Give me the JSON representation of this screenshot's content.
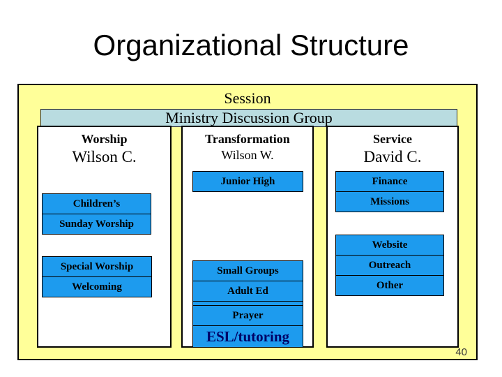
{
  "slide": {
    "title": "Organizational Structure",
    "page_number": "40"
  },
  "org": {
    "session": "Session",
    "ministry_group": "Ministry Discussion Group",
    "columns": [
      {
        "title": "Worship",
        "leader": "Wilson C.",
        "groups": [
          {
            "items": [
              "Children’s",
              "Sunday Worship"
            ]
          },
          {
            "items": [
              "Special Worship",
              "Welcoming"
            ]
          }
        ]
      },
      {
        "title": "Transformation",
        "leader": "Wilson W.",
        "groups": [
          {
            "items": [
              "Junior High"
            ]
          },
          {
            "items": [
              "Small Groups",
              "Adult Ed",
              "Prayer",
              "ESL/tutoring"
            ]
          }
        ]
      },
      {
        "title": "Service",
        "leader": "David C.",
        "groups": [
          {
            "items": [
              "Finance",
              "Missions"
            ]
          },
          {
            "items": [
              "Website",
              "Outreach",
              "Other"
            ]
          }
        ]
      }
    ]
  },
  "colors": {
    "panel_bg": "#FFFF99",
    "bar_bg": "#B9DCE0",
    "box_bg": "#1D9BEE",
    "box_text": "#000000",
    "emphasis_text": "#000066",
    "page_number_text": "#3A3A3A"
  }
}
